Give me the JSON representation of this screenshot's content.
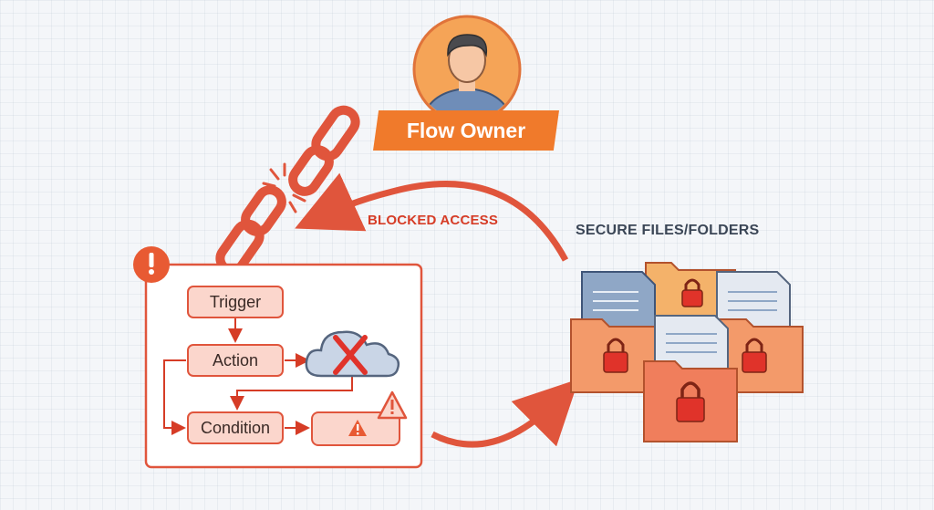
{
  "owner": {
    "label": "Flow Owner",
    "icon": "user-avatar-icon"
  },
  "blocked_access": {
    "label": "BLOCKED ACCESS"
  },
  "secure_files": {
    "label": "SECURE FILES/FOLDERS"
  },
  "flow": {
    "nodes": {
      "trigger": "Trigger",
      "action": "Action",
      "condition": "Condition"
    },
    "warning_icon": "exclamation-icon"
  },
  "colors": {
    "accent_orange": "#f07a2b",
    "alert_red": "#d63c26",
    "node_fill": "#fbd6cc",
    "folder_orange": "#f39a6a",
    "doc_blue": "#8fa7c6"
  }
}
